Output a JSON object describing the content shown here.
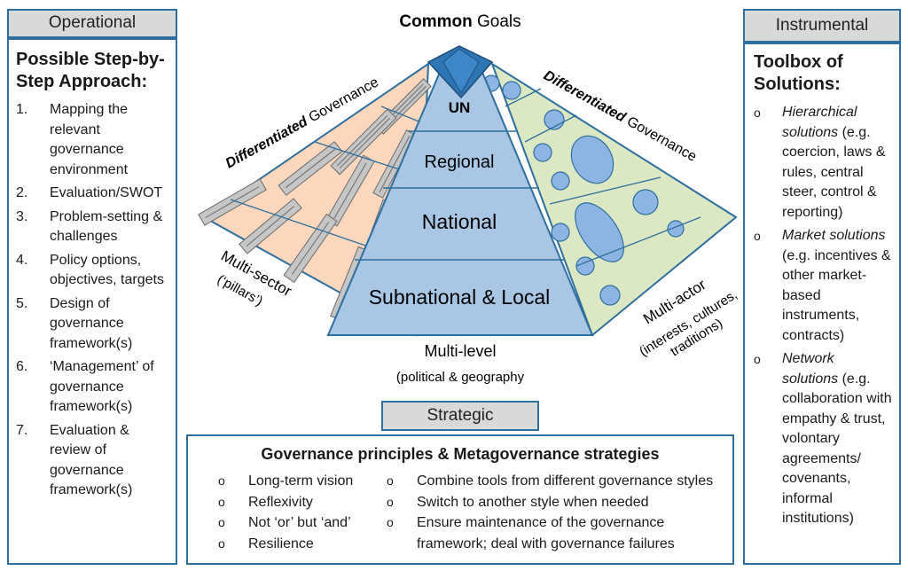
{
  "operational": {
    "tab": "Operational",
    "heading": "Possible Step-by-Step Approach:",
    "steps": [
      {
        "num": "1.",
        "text": "Mapping the relevant governance environment"
      },
      {
        "num": "2.",
        "text": "Evaluation/SWOT"
      },
      {
        "num": "3.",
        "text": "Problem-setting & challenges"
      },
      {
        "num": "4.",
        "text": "Policy options, objectives, targets"
      },
      {
        "num": "5.",
        "text": "Design of governance framework(s)"
      },
      {
        "num": "6.",
        "text": "‘Management’ of governance framework(s)"
      },
      {
        "num": "7.",
        "text": "Evaluation & review of governance framework(s)"
      }
    ]
  },
  "instrumental": {
    "tab": "Instrumental",
    "heading": "Toolbox of Solutions:",
    "bullet": "o",
    "tools": [
      {
        "italic": "Hierarchical solutions",
        "rest": " (e.g. coercion, laws & rules, central steer, control & reporting)"
      },
      {
        "italic": "Market solutions",
        "rest": " (e.g. incentives & other market-based instruments, contracts)"
      },
      {
        "italic": "Network solutions",
        "rest": " (e.g. collaboration with empathy & trust, volontary agreements/ covenants, informal institutions)"
      }
    ]
  },
  "pyramid": {
    "title_bold": "Common",
    "title_rest": " Goals",
    "levels": [
      "UN",
      "Regional",
      "National",
      "Subnational & Local"
    ],
    "left_label_bold": "Differentiated",
    "left_label_rest": " Governance",
    "right_label_bold": "Differentiated",
    "right_label_rest": " Governance",
    "multi_sector": "Multi-sector",
    "pillars": "(‘pillars’)",
    "multi_level": "Multi-level",
    "political": "(political & geography",
    "multi_actor": "Multi-actor",
    "interests": "(interests, cultures,",
    "traditions": "traditions)",
    "colors": {
      "pyramid_fill": "#a9c6e4",
      "left_face": "#fbd7bd",
      "right_face": "#dbe8c3",
      "outline": "#2e6f9e",
      "apex": "#2e75b6"
    }
  },
  "strategic": {
    "tab": "Strategic",
    "heading": "Governance principles & Metagovernance strategies",
    "bullet": "o",
    "left_items": [
      "Long-term vision",
      "Reflexivity",
      "Not ‘or’ but ‘and’",
      "Resilience"
    ],
    "right_items": [
      "Combine tools from different governance styles",
      "Switch to another style when needed",
      "Ensure maintenance of the governance",
      "framework; deal with governance failures"
    ]
  }
}
